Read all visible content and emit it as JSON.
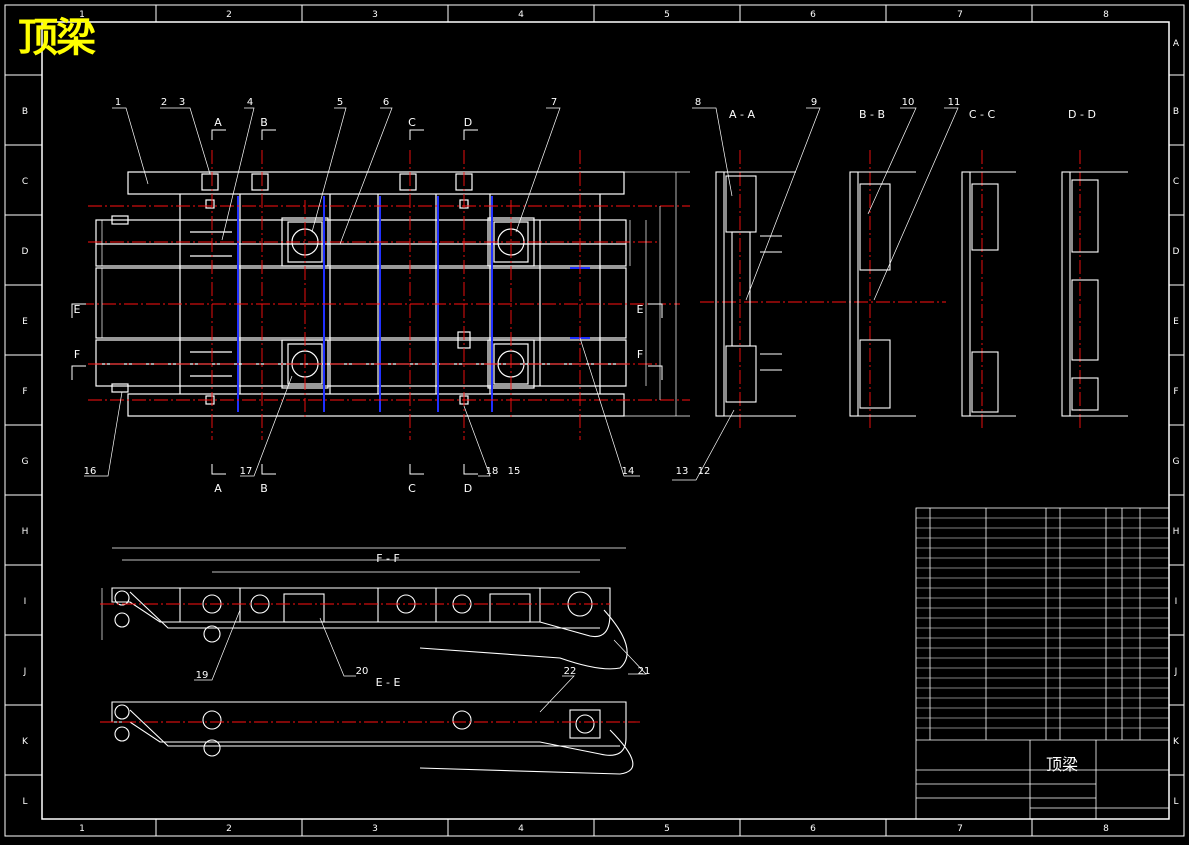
{
  "drawing": {
    "title": "顶梁",
    "colors": {
      "background": "#000000",
      "outline": "#ffffff",
      "centerline": "#ff0000",
      "hidden": "#0000ff",
      "title_text": "#ffff00"
    },
    "grid_columns": [
      "1",
      "2",
      "3",
      "4",
      "5",
      "6",
      "7",
      "8"
    ],
    "grid_rows": [
      "A",
      "B",
      "C",
      "D",
      "E",
      "F",
      "G",
      "H",
      "I",
      "J",
      "K",
      "L"
    ],
    "section_titles": {
      "aa": "A - A",
      "bb": "B - B",
      "cc": "C - C",
      "dd": "D - D",
      "ff": "F - F",
      "ee": "E - E"
    },
    "cut_labels": {
      "a_top": "A",
      "b_top": "B",
      "c_top": "C",
      "d_top": "D",
      "a_bot": "A",
      "b_bot": "B",
      "c_bot": "C",
      "d_bot": "D",
      "e_left": "E",
      "e_right": "E",
      "f_left": "F",
      "f_right": "F"
    },
    "balloons": {
      "b1": "1",
      "b2": "2",
      "b3": "3",
      "b4": "4",
      "b5": "5",
      "b6": "6",
      "b7": "7",
      "b8": "8",
      "b9": "9",
      "b10": "10",
      "b11": "11",
      "b12": "12",
      "b13": "13",
      "b14": "14",
      "b15": "15",
      "b16": "16",
      "b17": "17",
      "b18": "18",
      "b19": "19",
      "b20": "20",
      "b21": "21",
      "b22": "22"
    },
    "title_block": {
      "part_name": "顶梁"
    }
  }
}
